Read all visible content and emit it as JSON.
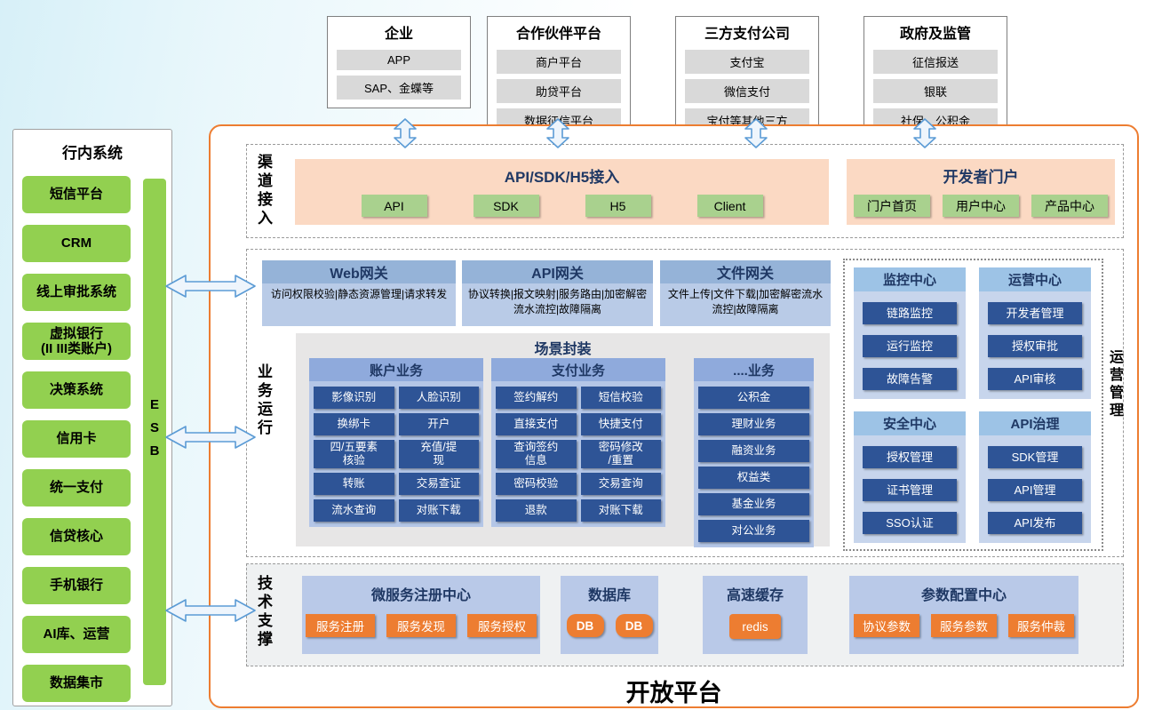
{
  "platform_title": "开放平台",
  "colors": {
    "accent_orange": "#ED7D31",
    "green": "#92D050",
    "light_green": "#A9D18E",
    "navy_button": "#2E5496",
    "navy_text": "#1F3864",
    "header_blue": "#9DC3E6",
    "panel_blue": "#B4C6E7",
    "peach": "#FBD9C3",
    "arrow_blue": "#5B9BD5"
  },
  "top_groups": [
    {
      "title": "企业",
      "items": [
        "APP",
        "SAP、金蝶等"
      ]
    },
    {
      "title": "合作伙伴平台",
      "items": [
        "商户平台",
        "助贷平台",
        "数据征信平台"
      ]
    },
    {
      "title": "三方支付公司",
      "items": [
        "支付宝",
        "微信支付",
        "宝付等其他三方"
      ]
    },
    {
      "title": "政府及监管",
      "items": [
        "征信报送",
        "银联",
        "社保、公积金"
      ]
    }
  ],
  "left_panel": {
    "title": "行内系统",
    "esb": "ESB",
    "items": [
      "短信平台",
      "CRM",
      "线上审批系统",
      "虚拟银行\n(II III类账户)",
      "决策系统",
      "信用卡",
      "统一支付",
      "信贷核心",
      "手机银行",
      "AI库、运营",
      "数据集市"
    ]
  },
  "channel": {
    "label": "渠道接入",
    "api_bar": {
      "title": "API/SDK/H5接入",
      "items": [
        "API",
        "SDK",
        "H5",
        "Client"
      ]
    },
    "portal": {
      "title": "开发者门户",
      "items": [
        "门户首页",
        "用户中心",
        "产品中心"
      ]
    }
  },
  "business": {
    "label": "业务运行",
    "gateways": [
      {
        "title": "Web网关",
        "desc": "访问权限校验|静态资源管理|请求转发"
      },
      {
        "title": "API网关",
        "desc": "协议转换|报文映射|服务路由|加密解密流水流控|故障隔离"
      },
      {
        "title": "文件网关",
        "desc": "文件上传|文件下载|加密解密流水流控|故障隔离"
      }
    ],
    "scenario": {
      "title": "场景封装",
      "columns": [
        {
          "title": "账户业务",
          "items": [
            "影像识别",
            "人脸识别",
            "换绑卡",
            "开户",
            "四/五要素\n核验",
            "充值/提\n现",
            "转账",
            "交易查证",
            "流水查询",
            "对账下载"
          ]
        },
        {
          "title": "支付业务",
          "items": [
            "签约解约",
            "短信校验",
            "直接支付",
            "快捷支付",
            "查询签约\n信息",
            "密码修改\n/重置",
            "密码校验",
            "交易查询",
            "退款",
            "对账下载"
          ]
        },
        {
          "title": "....业务",
          "items": [
            "公积金",
            "理财业务",
            "融资业务",
            "权益类",
            "基金业务",
            "对公业务"
          ]
        }
      ]
    },
    "ops_label": "运营管理",
    "ops_centers": [
      {
        "title": "监控中心",
        "items": [
          "链路监控",
          "运行监控",
          "故障告警"
        ]
      },
      {
        "title": "运营中心",
        "items": [
          "开发者管理",
          "授权审批",
          "API审核"
        ]
      },
      {
        "title": "安全中心",
        "items": [
          "授权管理",
          "证书管理",
          "SSO认证"
        ]
      },
      {
        "title": "API治理",
        "items": [
          "SDK管理",
          "API管理",
          "API发布"
        ]
      }
    ]
  },
  "tech": {
    "label": "技术支撑",
    "groups": [
      {
        "title": "微服务注册中心",
        "items": [
          "服务注册",
          "服务发现",
          "服务授权"
        ]
      },
      {
        "title": "数据库",
        "items": [
          "DB",
          "DB"
        ]
      },
      {
        "title": "高速缓存",
        "items": [
          "redis"
        ]
      },
      {
        "title": "参数配置中心",
        "items": [
          "协议参数",
          "服务参数",
          "服务仲裁"
        ]
      }
    ]
  }
}
